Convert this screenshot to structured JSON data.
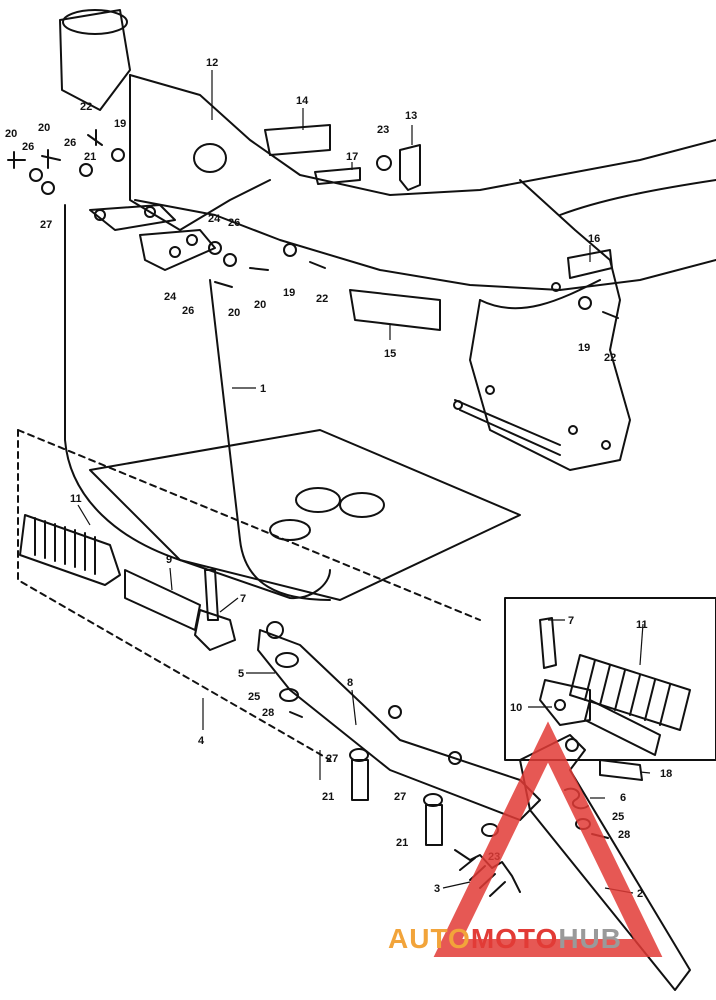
{
  "diagram": {
    "callouts": [
      "1",
      "2",
      "3",
      "4",
      "5",
      "6",
      "7",
      "7",
      "8",
      "9",
      "10",
      "11",
      "11",
      "12",
      "13",
      "14",
      "15",
      "16",
      "17",
      "18",
      "19",
      "19",
      "19",
      "20",
      "20",
      "20",
      "20",
      "21",
      "21",
      "21",
      "22",
      "22",
      "22",
      "23",
      "23",
      "24",
      "24",
      "25",
      "25",
      "26",
      "26",
      "26",
      "27",
      "27",
      "27",
      "28",
      "28"
    ]
  },
  "watermark": {
    "part1": "AUTO",
    "part2": "MOTO",
    "part3": "HUB",
    "color_orange": "#f2a43a",
    "color_red": "#e23b36",
    "color_gray": "#9a9a9a"
  }
}
